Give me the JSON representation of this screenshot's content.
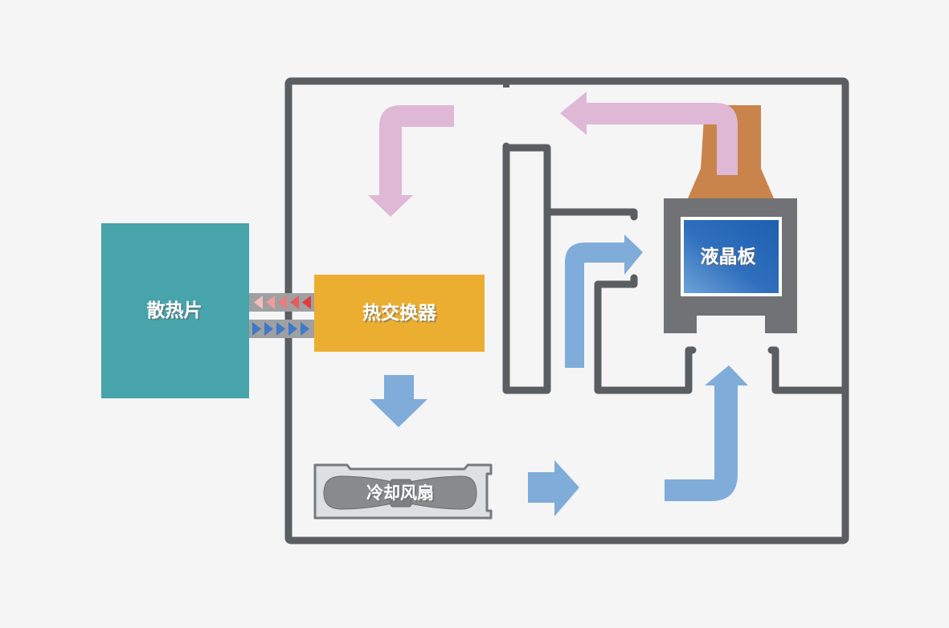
{
  "diagram": {
    "title": "",
    "labels": {
      "heatsink": "散热片",
      "heat_exchanger": "热交换器",
      "lcd_panel": "液晶板",
      "cooling_fan": "冷却风扇"
    },
    "colors": {
      "background": "#f5f5f6",
      "enclosure": "#5b5e60",
      "heatsink": "#47a4ab",
      "heat_exchanger": "#ecae30",
      "lcd_housing": "#707275",
      "lcd_screen_start": "#1d5fb1",
      "lcd_screen_end": "#6ea3d8",
      "duct": "#c9844b",
      "hot_air": "#dfb8d5",
      "cool_air": "#80acd9",
      "fan_body": "#dedfe0",
      "fan_blade": "#888a8c",
      "pipe": "#9ea0a2",
      "hot_arrow_tip": "#e23a3e",
      "hot_arrow_fade": "#f4bcbc",
      "cold_arrow": "#3f79c7"
    },
    "flows": [
      {
        "id": "hot-return",
        "color": "hot_air",
        "from": "lcd_panel",
        "to": "heat_exchanger"
      },
      {
        "id": "cool-down",
        "color": "cool_air",
        "from": "heat_exchanger",
        "to": "cooling_fan"
      },
      {
        "id": "fan-out",
        "color": "cool_air",
        "from": "cooling_fan",
        "to": "lcd_panel"
      },
      {
        "id": "bottom-up",
        "color": "cool_air",
        "from": "cooling_fan",
        "to": "lcd_panel"
      },
      {
        "id": "side-in",
        "color": "cool_air",
        "from": "channel",
        "to": "lcd_panel"
      }
    ],
    "coolant_pipes": [
      {
        "id": "hot-pipe",
        "direction": "left",
        "chevrons": 5
      },
      {
        "id": "cold-pipe",
        "direction": "right",
        "chevrons": 5
      }
    ]
  }
}
